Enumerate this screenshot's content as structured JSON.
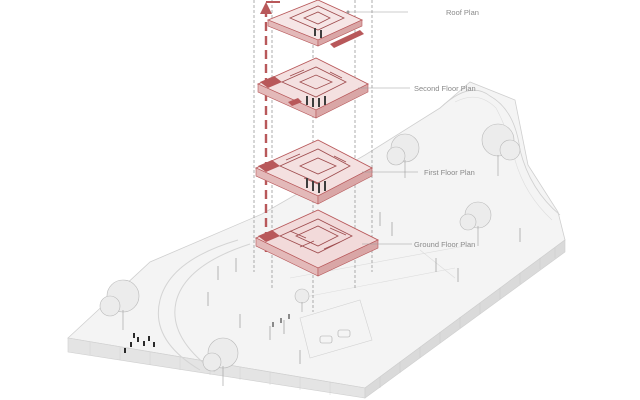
{
  "labels": {
    "roof": "Roof Plan",
    "second": "Second Floor Plan",
    "first": "First Floor Plan",
    "ground": "Ground Floor Plan"
  },
  "colors": {
    "accent": "#b8585a",
    "slab_fill": "#f2d8d8",
    "ground_fill": "#f5f5f5",
    "leader": "#9a9a9a",
    "tree": "#e9e9e9"
  }
}
